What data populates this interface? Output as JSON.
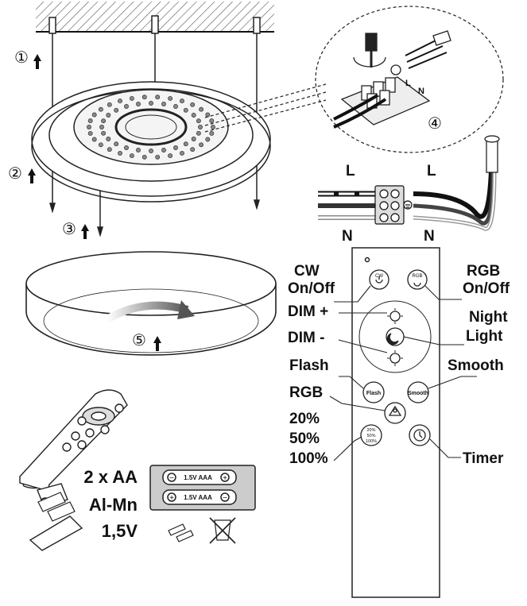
{
  "steps": {
    "s1": "①",
    "s2": "②",
    "s3": "③",
    "s4": "④",
    "s5": "⑤"
  },
  "wiring": {
    "l_left": "L",
    "n_left": "N",
    "l_right": "L",
    "n_right": "N",
    "conn_l": "L",
    "conn_n": "N"
  },
  "remote_labels": {
    "cw": "CW",
    "cw_onoff": "On/Off",
    "rgb": "RGB",
    "rgb_onoff": "On/Off",
    "dim_plus": "DIM +",
    "dim_minus": "DIM -",
    "night": "Night",
    "light": "Light",
    "flash": "Flash",
    "smooth": "Smooth",
    "rgb_mode": "RGB",
    "p20": "20%",
    "p50": "50%",
    "p100": "100%",
    "timer": "Timer"
  },
  "remote_buttons": {
    "cw": "CW",
    "rgb": "RGB",
    "flash": "Flash",
    "smooth": "Smooth",
    "p20": "20%",
    "p50": "50%",
    "p100": "100%"
  },
  "battery": {
    "count": "2 x AA",
    "type": "Al-Mn",
    "voltage": "1,5V",
    "cell1": "1.5V AAA",
    "cell2": "1.5V AAA"
  }
}
